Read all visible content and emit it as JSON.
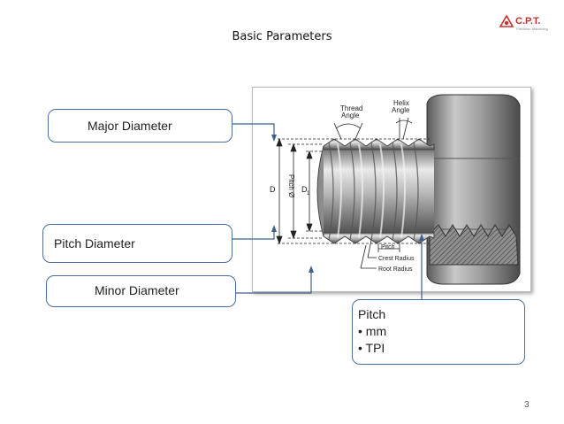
{
  "slide": {
    "title": "Basic Parameters",
    "page_number": "3"
  },
  "logo": {
    "text": "C.P.T.",
    "subtext": "Precision Machining"
  },
  "callouts": {
    "major": "Major Diameter",
    "pitch_diameter": "Pitch Diameter",
    "minor": "Minor Diameter"
  },
  "pitch_box": {
    "heading": "Pitch",
    "bullets": [
      "mm",
      "TPI"
    ]
  },
  "figure_labels": {
    "thread_angle_1": "Thread",
    "thread_angle_2": "Angle",
    "helix_angle_1": "Helix",
    "helix_angle_2": "Angle",
    "d": "D",
    "pitch_o": "Pitch Ø",
    "d1": "D",
    "d1_sub": "1",
    "pitch": "Pitch",
    "crest": "Crest Radius",
    "root": "Root Radius"
  },
  "colors": {
    "callout_border": "#4a6f9b",
    "arrow": "#3d5f8d",
    "logo_red": "#c9302c"
  }
}
